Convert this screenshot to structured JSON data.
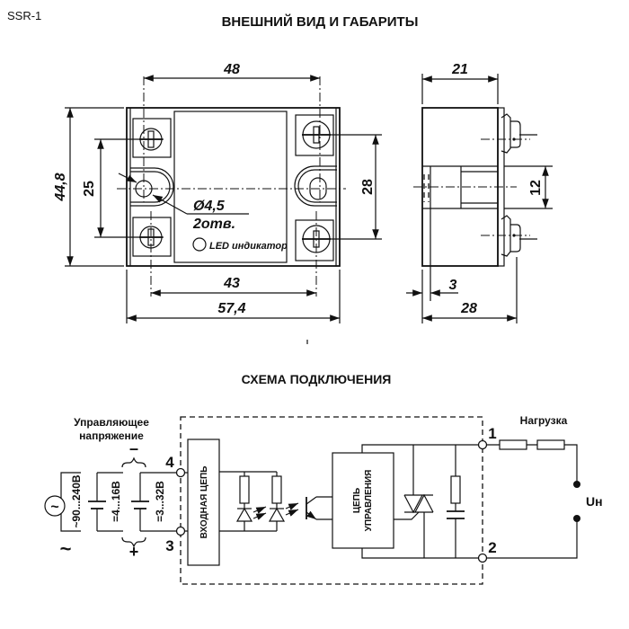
{
  "model_label": "SSR-1",
  "section_titles": {
    "dimensions": "ВНЕШНИЙ  ВИД  И  ГАБАРИТЫ",
    "wiring": "СХЕМА   ПОДКЛЮЧЕНИЯ"
  },
  "top_view": {
    "dim_width_holes": "48",
    "dim_height_total": "44,8",
    "dim_height_left_screws": "25",
    "dim_height_right_screws": "28",
    "dim_hole_diameter": "Ø4,5",
    "dim_hole_count": "2отв.",
    "led_label": "LED индикатор",
    "dim_screw_spacing": "43",
    "dim_width_total": "57,4"
  },
  "side_view": {
    "dim_depth_top": "21",
    "dim_center_12": "12",
    "dim_base_3": "3",
    "dim_depth_total": "28"
  },
  "schematic": {
    "control_voltage_label_line1": "Управляющее",
    "control_voltage_label_line2": "напряжение",
    "ac_source_range": "~90...240В",
    "dc_range_1": "=4...16В",
    "dc_range_2": "=3...32В",
    "ac_symbol": "~",
    "minus_sign": "–",
    "plus_sign": "+",
    "terminal_4": "4",
    "terminal_3": "3",
    "terminal_1": "1",
    "terminal_2": "2",
    "input_block_label": "ВХОДНАЯ ЦЕПЬ",
    "control_block_label_line1": "ЦЕПЬ",
    "control_block_label_line2": "УПРАВЛЕНИЯ",
    "load_label": "Нагрузка",
    "load_voltage_label": "Uн"
  }
}
